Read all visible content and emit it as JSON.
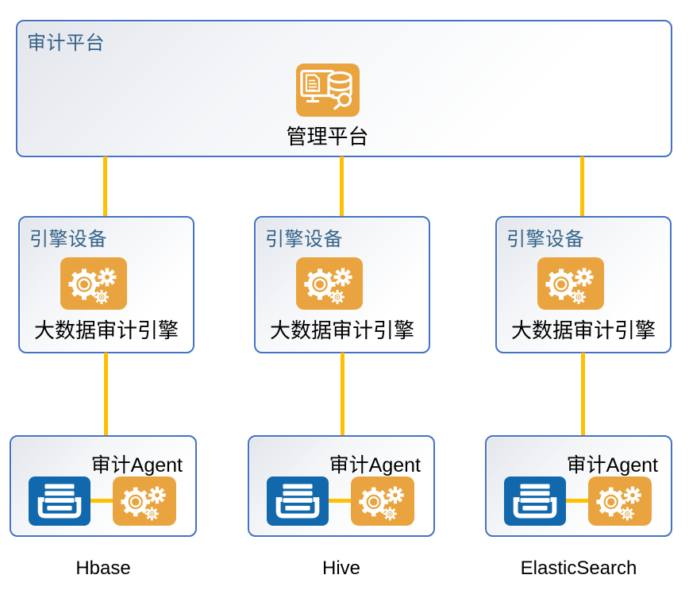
{
  "diagram": {
    "platform": {
      "title": "审计平台",
      "node_label": "管理平台",
      "node_icon": "monitor-database-search-icon"
    },
    "columns": [
      {
        "engine_title": "引擎设备",
        "engine_label": "大数据审计引擎",
        "engine_icon": "gears-icon",
        "agent_label": "审计Agent",
        "agent_source_icon": "log-stack-tray-icon",
        "agent_engine_icon": "gears-icon",
        "datasource": "Hbase"
      },
      {
        "engine_title": "引擎设备",
        "engine_label": "大数据审计引擎",
        "engine_icon": "gears-icon",
        "agent_label": "审计Agent",
        "agent_source_icon": "log-stack-tray-icon",
        "agent_engine_icon": "gears-icon",
        "datasource": "Hive"
      },
      {
        "engine_title": "引擎设备",
        "engine_label": "大数据审计引擎",
        "engine_icon": "gears-icon",
        "agent_label": "审计Agent",
        "agent_source_icon": "log-stack-tray-icon",
        "agent_engine_icon": "gears-icon",
        "datasource": "ElasticSearch"
      }
    ]
  },
  "colors": {
    "box_border": "#4472C4",
    "box_title_text": "#336289",
    "label_text": "#000000",
    "icon_orange": "#E9A43F",
    "icon_blue": "#1268AC",
    "connector_yellow": "#FFC000",
    "box_fill_top": "#E3E6EB",
    "box_fill_bottom": "#FFFFFF"
  }
}
